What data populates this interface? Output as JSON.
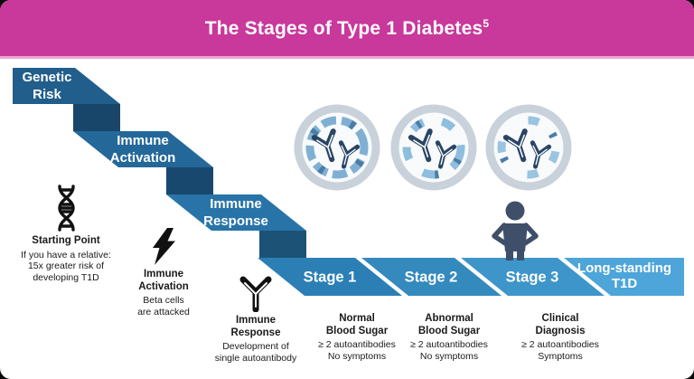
{
  "header": {
    "title": "The Stages of Type 1 Diabetes",
    "title_sup": "5"
  },
  "staircase": {
    "steps": [
      {
        "label": "Genetic\nRisk"
      },
      {
        "label": "Immune\nActivation"
      },
      {
        "label": "Immune\nResponse"
      }
    ]
  },
  "stages": {
    "items": [
      {
        "label": "Stage 1"
      },
      {
        "label": "Stage 2"
      },
      {
        "label": "Stage 3"
      },
      {
        "label": "Long-standing\nT1D"
      }
    ]
  },
  "annotations": {
    "starting_point": {
      "icon": "dna-icon",
      "title": "Starting Point",
      "lines": [
        "If you have a relative:",
        "15x greater risk of",
        "developing T1D"
      ]
    },
    "immune_activation": {
      "icon": "lightning-icon",
      "title": "Immune\nActivation",
      "lines": [
        "Beta cells",
        "are attacked"
      ]
    },
    "immune_response": {
      "icon": "antibody-icon",
      "title": "Immune\nResponse",
      "lines": [
        "Development of",
        "single autoantibody"
      ]
    }
  },
  "stage_notes": [
    {
      "title": "Normal\nBlood Sugar",
      "lines": [
        "≥ 2 autoantibodies",
        "No symptoms"
      ]
    },
    {
      "title": "Abnormal\nBlood Sugar",
      "lines": [
        "≥ 2 autoantibodies",
        "No symptoms"
      ]
    },
    {
      "title": "Clinical\nDiagnosis",
      "lines": [
        "≥ 2 autoantibodies",
        "Symptoms"
      ]
    }
  ],
  "colors": {
    "banner": "#c9389b",
    "step_bands": [
      "#215e8b",
      "#24689a",
      "#2874a8"
    ],
    "step_shadows": [
      "#17466a",
      "#18486e",
      "#1b5276"
    ],
    "stage_fills": [
      "#2b7fb5",
      "#3489bd",
      "#3e95c9",
      "#4da5d9"
    ],
    "person": "#3f4f6a",
    "cell_ring": "#c9d1da",
    "cell_fill": "#f8fafc",
    "crescent_blue": "#7fb0d3",
    "antibody_navy": "#2a4564",
    "icon_black": "#111111"
  }
}
